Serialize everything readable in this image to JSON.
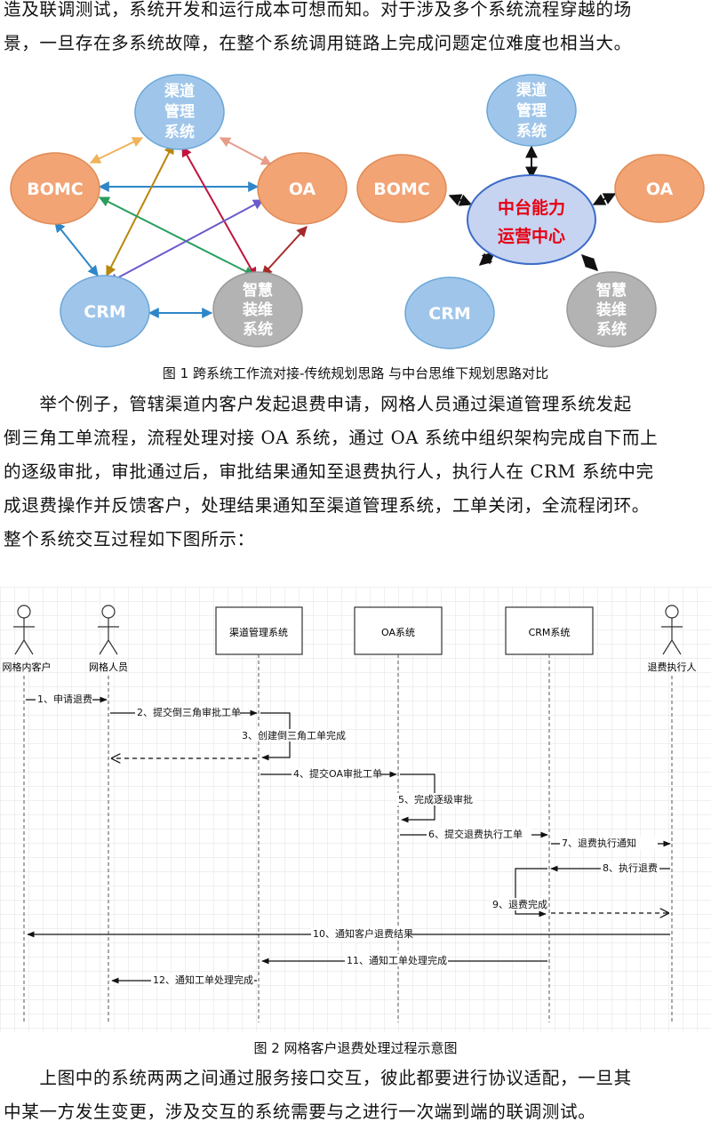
{
  "text": {
    "p1_line1": "造及联调测试，系统开发和运行成本可想而知。对于涉及多个系统流程穿越的场",
    "p1_line2": "景，一旦存在多系统故障，在整个系统调用链路上完成问题定位难度也相当大。",
    "caption1": "图 1 跨系统工作流对接-传统规划思路 与中台思维下规划思路对比",
    "p2_line1": "　　举个例子，管辖渠道内客户发起退费申请，网格人员通过渠道管理系统发起",
    "p2_line2": "倒三角工单流程，流程处理对接 OA 系统，通过 OA 系统中组织架构完成自下而上",
    "p2_line3": "的逐级审批，审批通过后，审批结果通知至退费执行人，执行人在 CRM 系统中完",
    "p2_line4": "成退费操作并反馈客户，处理结果通知至渠道管理系统，工单关闭，全流程闭环。",
    "p2_line5": "整个系统交互过程如下图所示：",
    "caption2": "图 2  网格客户退费处理过程示意图",
    "p3_line1": "　　上图中的系统两两之间通过服务接口交互，彼此都要进行协议适配，一旦其",
    "p3_line2": "中某一方发生变更，涉及交互的系统需要与之进行一次端到端的联调测试。"
  },
  "figure1": {
    "left": {
      "channel": [
        "渠道",
        "管理",
        "系统"
      ],
      "bomc": "BOMC",
      "oa": "OA",
      "crm": "CRM",
      "smart": [
        "智慧",
        "装维",
        "系统"
      ]
    },
    "right": {
      "center": [
        "中台能力",
        "运营中心"
      ],
      "channel": [
        "渠道",
        "管理",
        "系统"
      ],
      "bomc": "BOMC",
      "oa": "OA",
      "crm": "CRM",
      "smart": [
        "智慧",
        "装维",
        "系统"
      ]
    },
    "colors": {
      "blue": "#9fc6ea",
      "orange": "#f2a475",
      "gray": "#b3b3b3",
      "center_text": "#e60012"
    }
  },
  "figure2": {
    "actors": [
      "网格内客户",
      "网格人员",
      "退费执行人"
    ],
    "systems": [
      "渠道管理系统",
      "OA系统",
      "CRM系统"
    ],
    "messages": [
      "1、申请退费",
      "2、提交倒三角审批工单",
      "3、创建倒三角工单完成",
      "4、提交OA审批工单",
      "5、完成逐级审批",
      "6、提交退费执行工单",
      "7、退费执行通知",
      "8、执行退费",
      "9、退费完成",
      "10、通知客户退费结果",
      "11、通知工单处理完成",
      "12、通知工单处理完成"
    ]
  }
}
